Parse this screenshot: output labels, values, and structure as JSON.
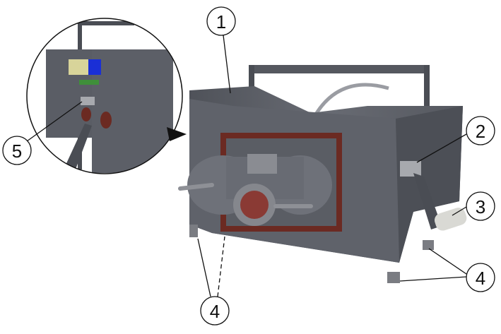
{
  "callouts": [
    {
      "id": "callout-1",
      "label": "1"
    },
    {
      "id": "callout-2",
      "label": "2"
    },
    {
      "id": "callout-3",
      "label": "3"
    },
    {
      "id": "callout-4a",
      "label": "4"
    },
    {
      "id": "callout-4b",
      "label": "4"
    },
    {
      "id": "callout-5",
      "label": "5"
    }
  ],
  "colors": {
    "housing": "#5b5e66",
    "housing_dark": "#45474e",
    "gasket": "#6b2a22",
    "solenoid_blue": "#1a2fd6",
    "solenoid_coil": "#d8d49a",
    "pcb_green": "#3f8f3a"
  }
}
